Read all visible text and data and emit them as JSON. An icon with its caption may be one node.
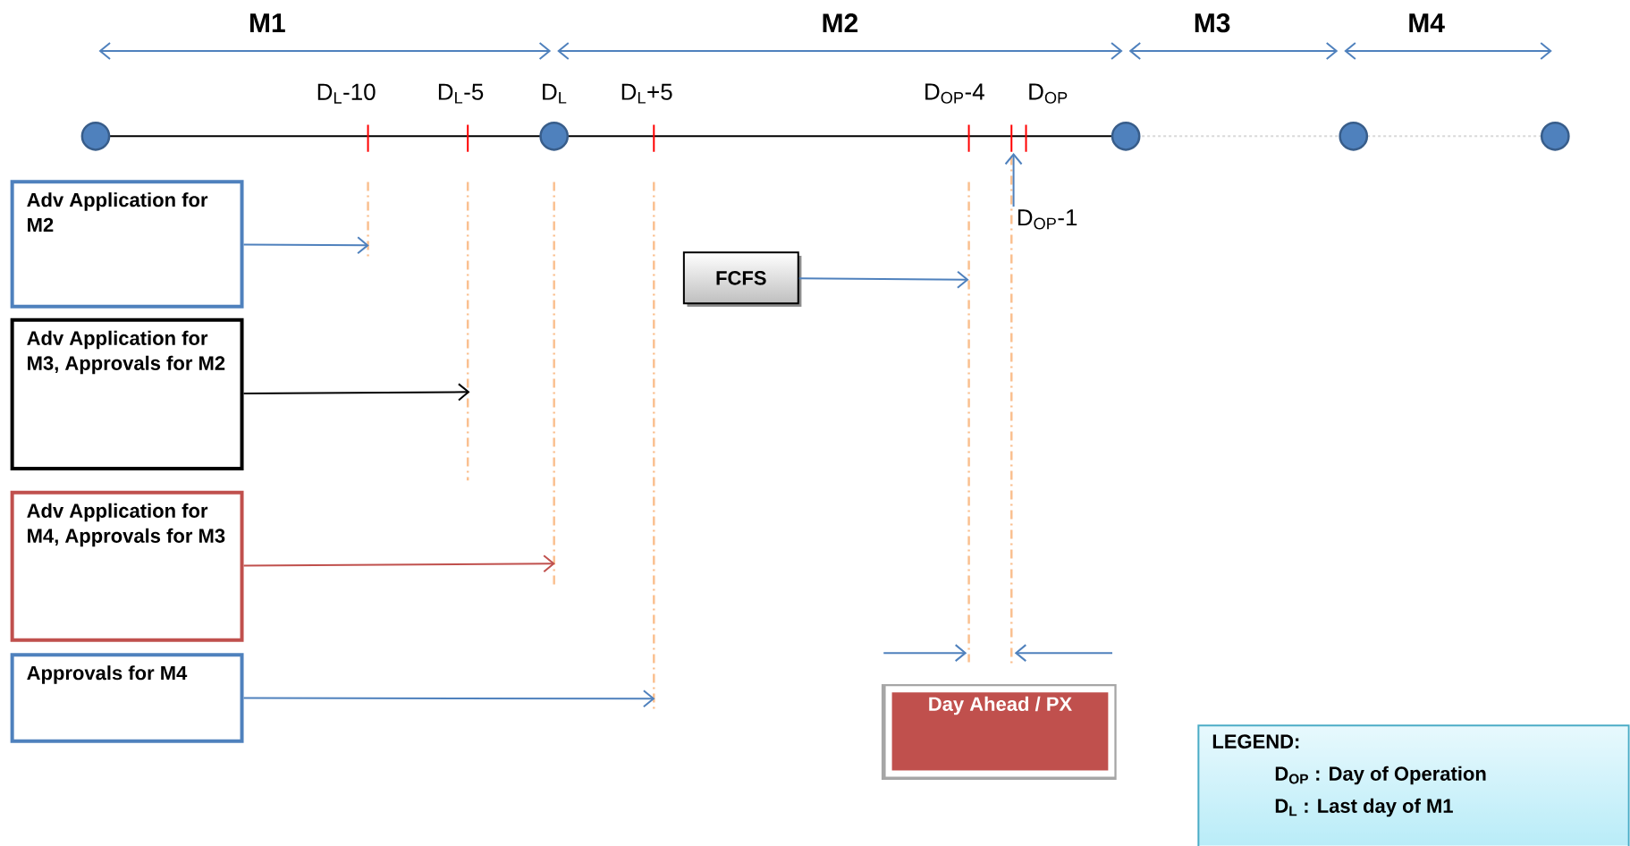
{
  "diagram": {
    "nodes": [
      {
        "text": [
          "Adv Application for M2"
        ]
      },
      {
        "text": [
          "Adv Application for M3, Approvals for M2"
        ]
      },
      {
        "text": [
          "Adv Application for M4, Approvals for M3"
        ]
      },
      {
        "text": [
          "Approvals for M4"
        ]
      },
      {
        "text": [
          "FCFS"
        ]
      },
      {
        "text": [
          "Day Ahead / PX"
        ]
      },
      {
        "text": [
          "LEGEND:",
          "D$_{OP}$ : Day of Operation",
          "D$_{L}$ : Last day of M1"
        ]
      },
      {
        "text": [
          "D$_{OP}$-1"
        ]
      }
    ],
    "edges": [
      {
        "from": 0,
        "to": null,
        "arrow": "to"
      },
      {
        "from": 1,
        "to": null,
        "arrow": "to",
        "color": "#000000"
      },
      {
        "from": 2,
        "to": null,
        "arrow": "to",
        "color": "#c0504d"
      },
      {
        "from": 3,
        "to": null,
        "arrow": "to"
      },
      {
        "from": 4,
        "to": null,
        "arrow": "to"
      },
      {
        "from": 7,
        "to": null,
        "arrow": "to"
      }
    ],
    "labels": [
      "M1",
      "M2",
      "M3",
      "M4",
      "D$_{L}$-10",
      "D$_{L}$-5",
      "D$_{L}$",
      "D$_{L}$+5",
      "D$_{OP}$-4",
      "D$_{OP}$"
    ]
  }
}
